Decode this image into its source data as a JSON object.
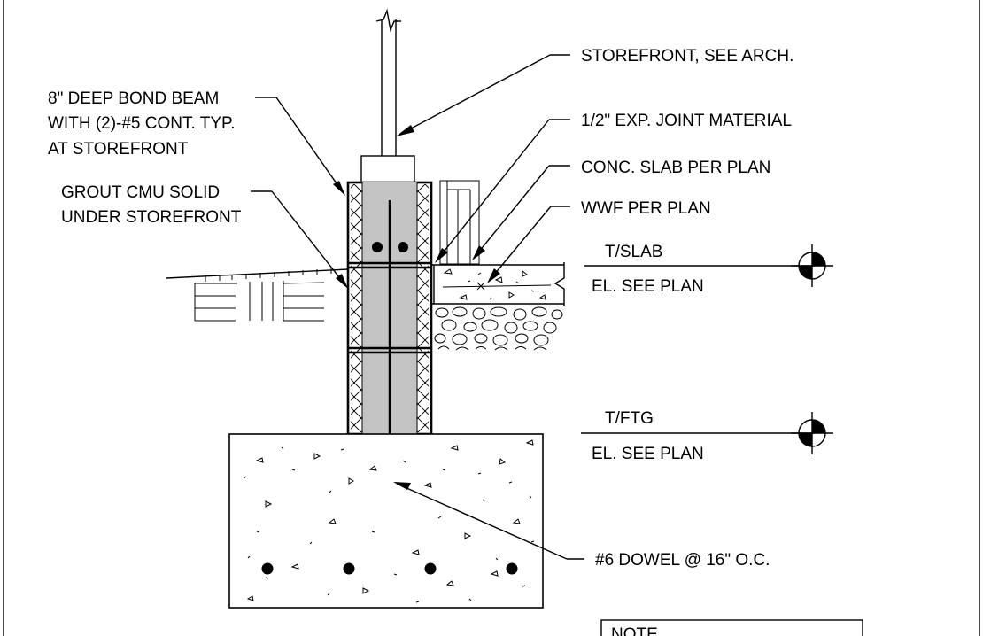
{
  "labels": {
    "storefront": "STOREFRONT, SEE ARCH.",
    "bond_beam": [
      "8\" DEEP BOND BEAM",
      "WITH (2)-#5 CONT. TYP.",
      "AT STOREFRONT"
    ],
    "grout": [
      "GROUT CMU SOLID",
      "UNDER STOREFRONT"
    ],
    "exp_joint": "1/2\" EXP. JOINT MATERIAL",
    "slab": "CONC. SLAB PER PLAN",
    "wwf": "WWF PER PLAN",
    "dowel": "#6 DOWEL @ 16\" O.C.",
    "note": "NOTE"
  },
  "elevations": {
    "slab_top": "T/SLAB",
    "slab_el": "EL. SEE PLAN",
    "ftg_top": "T/FTG",
    "ftg_el": "EL. SEE PLAN"
  },
  "colors": {
    "grout": "#c4c4c4",
    "line": "#000000",
    "background": "#ffffff"
  }
}
